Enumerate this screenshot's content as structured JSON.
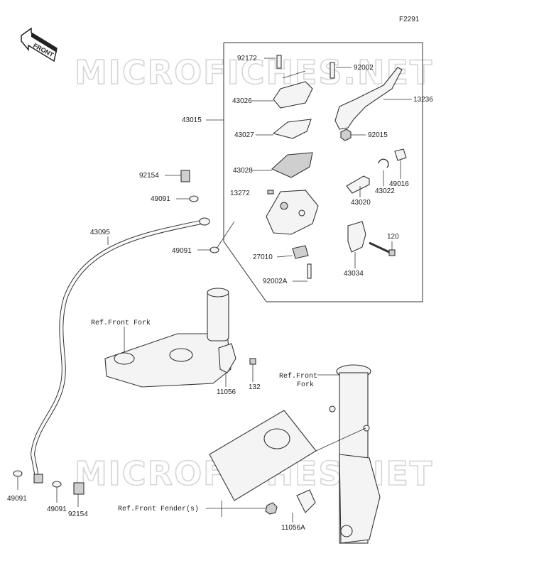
{
  "diagram_code": "F2291",
  "front_label": "FRONT",
  "watermark": "MICROFICHES.NET",
  "labels": {
    "p92172": "92172",
    "p92002": "92002",
    "p13236": "13236",
    "p43026": "43026",
    "p43015": "43015",
    "p43027": "43027",
    "p92015": "92015",
    "p43028": "43028",
    "p49016": "49016",
    "p43022": "43022",
    "p92154a": "92154",
    "p13272": "13272",
    "p43020": "43020",
    "p49091a": "49091",
    "p43095": "43095",
    "p120": "120",
    "p49091b": "49091",
    "p27010": "27010",
    "p43034": "43034",
    "p92002A": "92002A",
    "ref_front_fork_1": "Ref.Front Fork",
    "ref_front_fork_2_l1": "Ref.Front",
    "ref_front_fork_2_l2": "Fork",
    "p132": "132",
    "p11056": "11056",
    "p49091c": "49091",
    "p49091d": "49091",
    "p92154b": "92154",
    "ref_front_fender": "Ref.Front Fender(s)",
    "p11056A": "11056A"
  }
}
